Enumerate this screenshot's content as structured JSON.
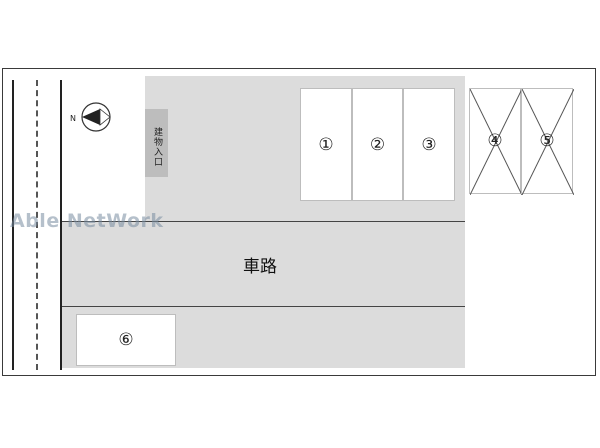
{
  "diagram": {
    "road_label": "車路",
    "entrance_label": "建物入口",
    "compass_label": "N",
    "watermark": "Able NetWork",
    "spaces": [
      {
        "id": "1",
        "label": "①",
        "unavailable": false
      },
      {
        "id": "2",
        "label": "②",
        "unavailable": false
      },
      {
        "id": "3",
        "label": "③",
        "unavailable": false
      },
      {
        "id": "4",
        "label": "④",
        "unavailable": true
      },
      {
        "id": "5",
        "label": "⑤",
        "unavailable": true
      },
      {
        "id": "6",
        "label": "⑥",
        "unavailable": false
      }
    ]
  }
}
